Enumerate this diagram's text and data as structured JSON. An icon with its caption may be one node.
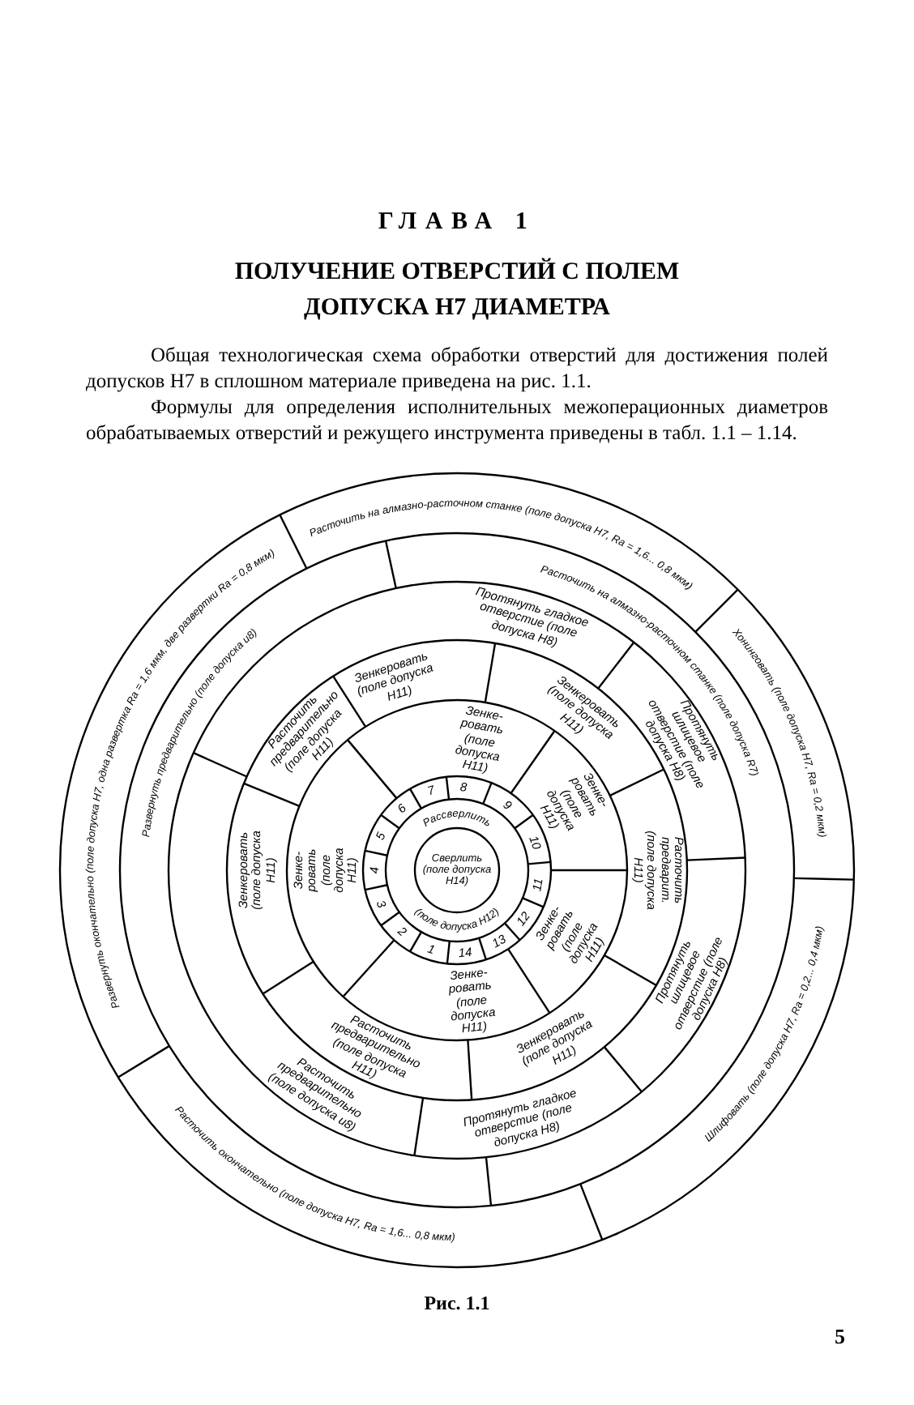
{
  "diagram": {
    "title": "ПОЛУЧЕНИЕ ОТВЕРСТИЙ С ПОЛЕМ ДОПУСКА Н7 ДИАМЕТРА",
    "caption": "Рис. 1.1",
    "nodes": [
      {
        "text": [
          "Сверлить (поле допуска Н14)"
        ]
      },
      {
        "text": [
          "Рассверлить",
          "(поле допуска Н12)"
        ]
      },
      {
        "text": [
          "Зенке-ровать (поле допуска Н11)"
        ]
      },
      {
        "text": [
          "Зенке-ровать (поле допуска Н11)"
        ]
      },
      {
        "text": [
          "Зенке-ровать (поле допуска Н11)"
        ]
      },
      {
        "text": [
          "Зенке-ровать (поле допуска Н11)"
        ]
      },
      {
        "text": [
          "Зенке-ровать (поле допуска Н11)"
        ]
      },
      {
        "text": [
          "Расточить предварительно (поле допуска Н11)"
        ]
      },
      {
        "text": [
          "Зенкеровать (поле допуска Н11)"
        ]
      },
      {
        "text": [
          "Зенкеровать (поле допуска Н11)"
        ]
      },
      {
        "text": [
          "Расточить предварит. (поле допуска Н11)"
        ]
      },
      {
        "text": [
          "Зенкеровать (поле допуска Н11)"
        ]
      },
      {
        "text": [
          "Расточить предварительно (поле допуска Н11)"
        ]
      },
      {
        "text": [
          "Зенкеровать (поле допуска Н11)"
        ]
      },
      {
        "text": [
          "Протянуть гладкое отверстие (поле допуска Н8)"
        ]
      },
      {
        "text": [
          "Протянуть шлицевое отверстие (поле допуска Н8)"
        ]
      },
      {
        "text": [
          "Протянуть шлицевое отверстие (поле допуска Н8)"
        ]
      },
      {
        "text": [
          "Протянуть гладкое отверстие (поле допуска Н8)"
        ]
      },
      {
        "text": [
          "Расточить предварительно (поле допуска u8)"
        ]
      },
      {
        "text": [
          "Развернуть предварительно (поле допуска u8)"
        ]
      },
      {
        "text": [
          "Расточить на алмазно-расточном станке (поле допуска R7)"
        ]
      },
      {
        "text": [
          "Расточить на алмазно-расточном станке (поле допуска Н7, Ra = 1,6... 0,8 мкм)"
        ]
      },
      {
        "text": [
          "Хонинговать (поле допуска Н7, Ra = 0,2 мкм)"
        ]
      },
      {
        "text": [
          "Шлифовать (поле допуска Н7, Ra = 0,2... 0,4 мкм)"
        ]
      },
      {
        "text": [
          "Расточить окончательно (поле допуска Н7, Ra = 1,6... 0,8 мкм)"
        ]
      },
      {
        "text": [
          "Развернуть окончательно (поле допуска Н7, одна развертка Ra = 1,6 мкм, две развертки Ra = 0,8 мкм)"
        ]
      }
    ],
    "labels": [
      "ГЛАВА 1",
      "Общая технологическая схема обработки отверстий для достижения полей допусков Н7 в сплошном материале приведена на рис. 1.1.",
      "Формулы для определения исполнительных межоперационных диаметров обрабатываемых отверстий и режущего инструмента приведены в табл. 1.1 – 1.14.",
      "1",
      "2",
      "3",
      "4",
      "5",
      "6",
      "7",
      "8",
      "9",
      "10",
      "11",
      "12",
      "13",
      "14",
      "5"
    ]
  }
}
